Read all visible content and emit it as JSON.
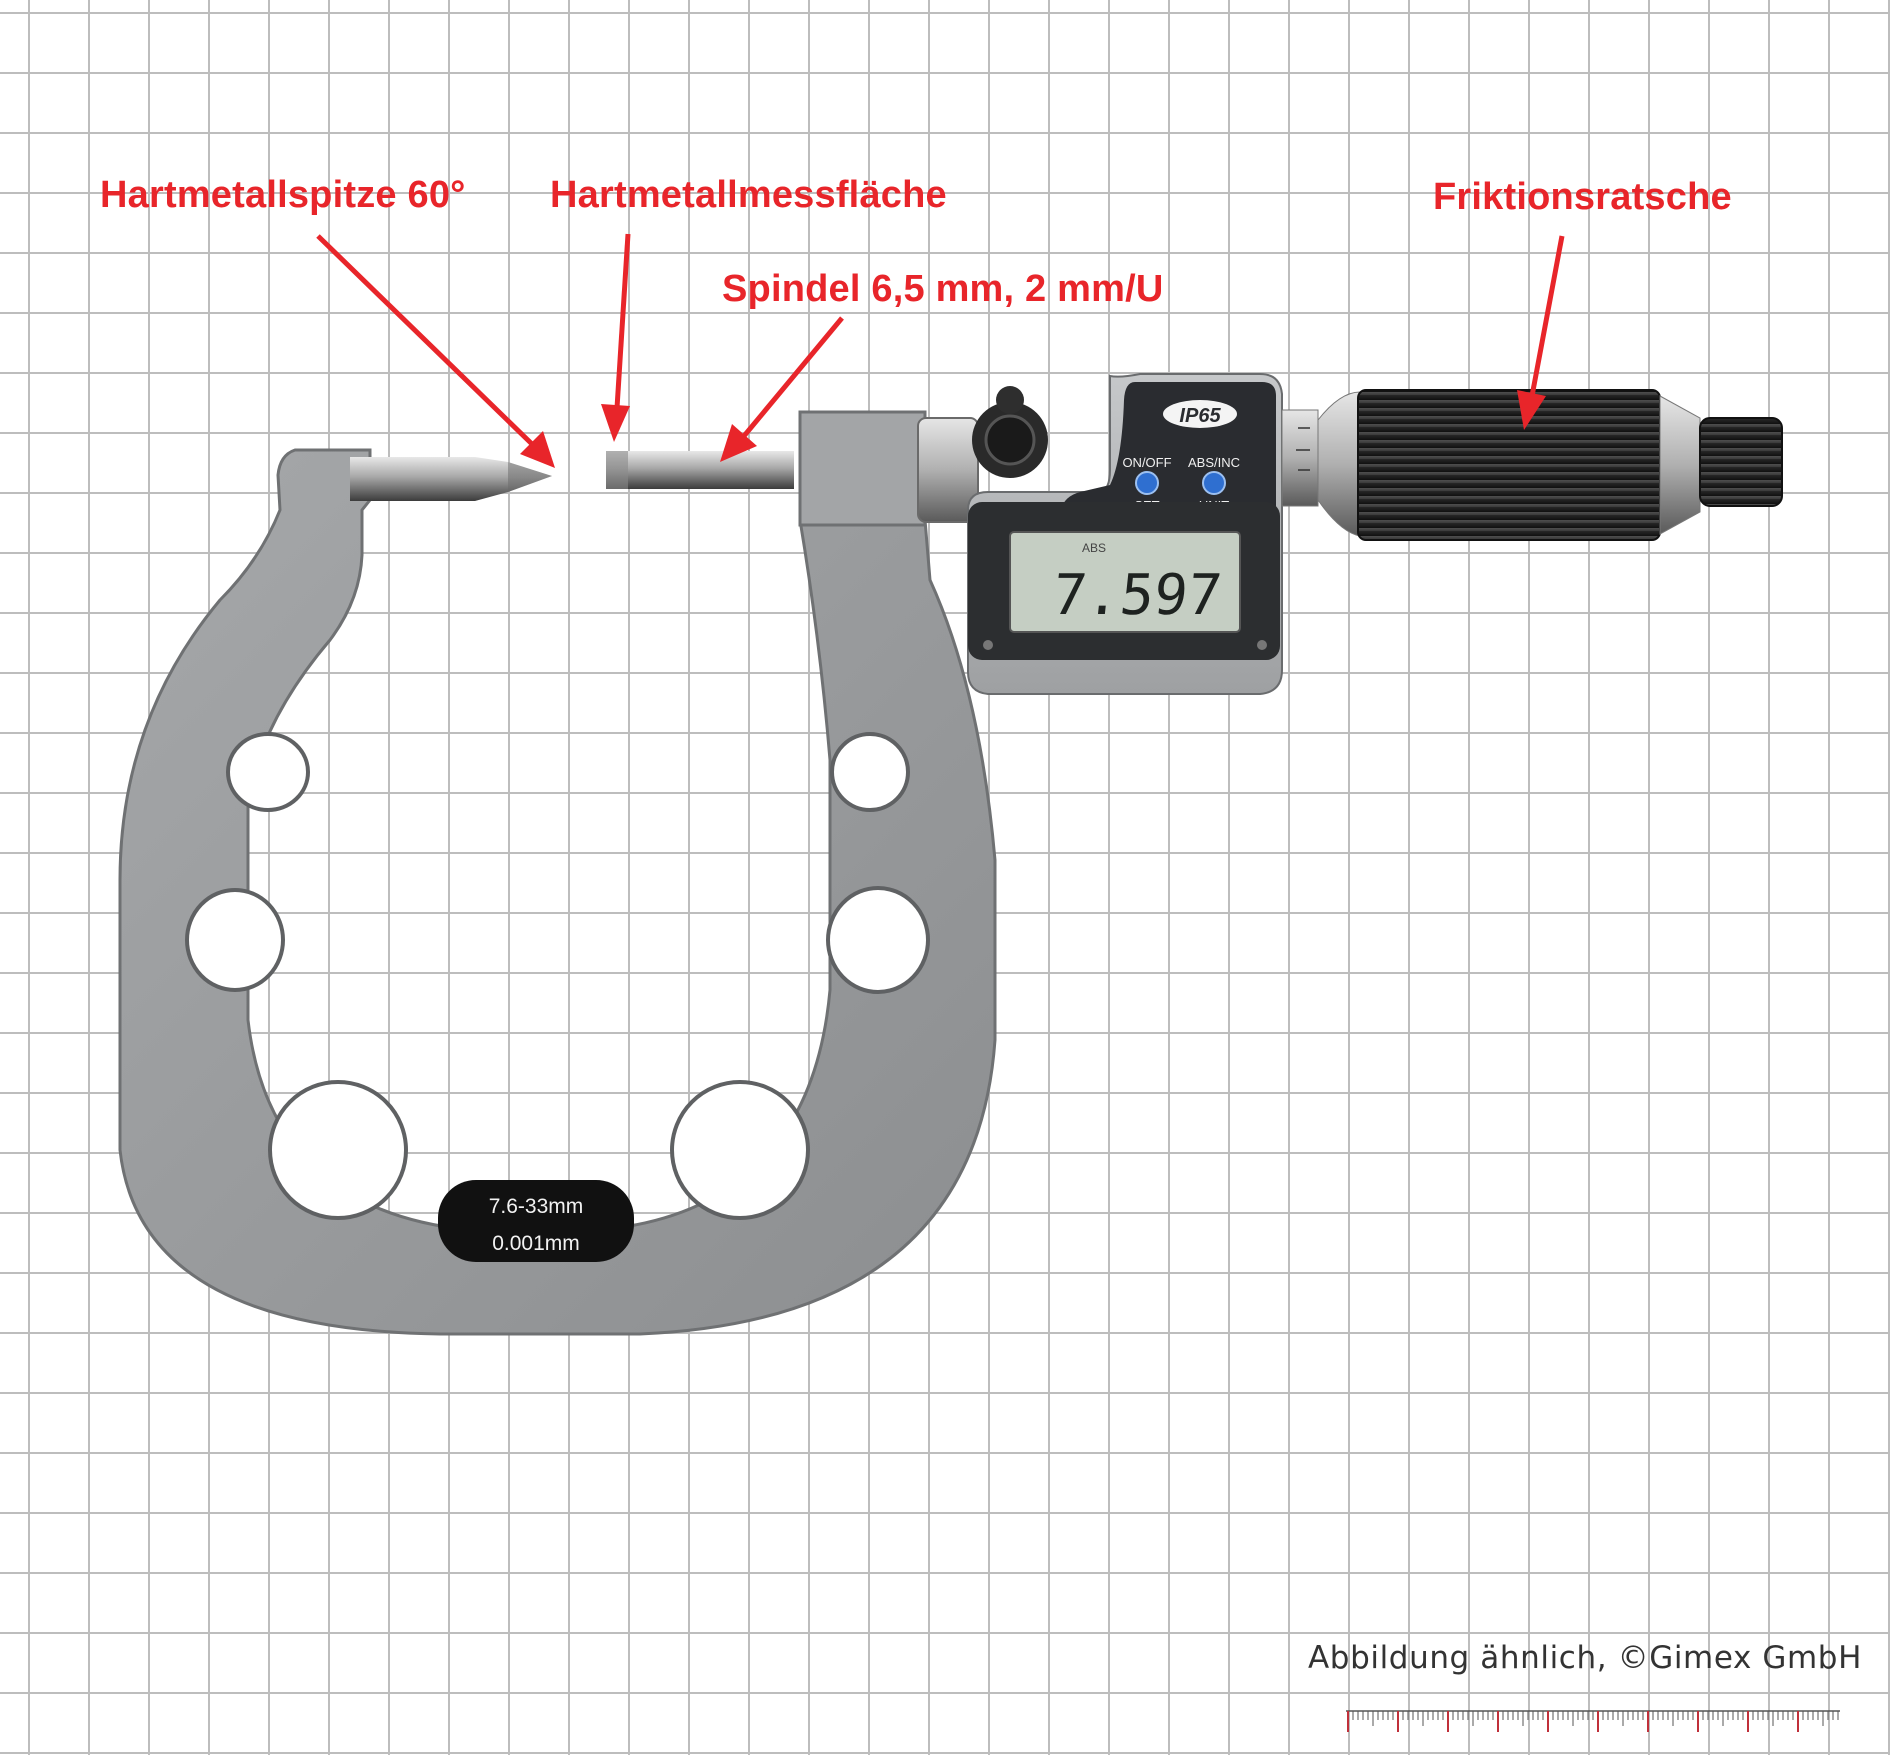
{
  "annotations": {
    "tip": "Hartmetallspitze 60°",
    "face": "Hartmetallmessfläche",
    "spindle": "Spindel 6,5 mm, 2 mm/U",
    "ratchet": "Friktionsratsche"
  },
  "display": {
    "mode": "ABS",
    "reading": "7.597"
  },
  "housing": {
    "rating": "IP65",
    "button_left_top": "ON/OFF",
    "button_left_bottom": "SET",
    "button_right_top": "ABS/INC",
    "button_right_bottom": "UNIT"
  },
  "badge": {
    "range": "7.6-33mm",
    "resolution": "0.001mm"
  },
  "watermark": "Abbildung ähnlich, ©Gimex GmbH",
  "colors": {
    "annotation": "#e8252a",
    "frame": "#9a9c9e",
    "lcd": "#c5cec3",
    "button": "#2f6fd0"
  }
}
